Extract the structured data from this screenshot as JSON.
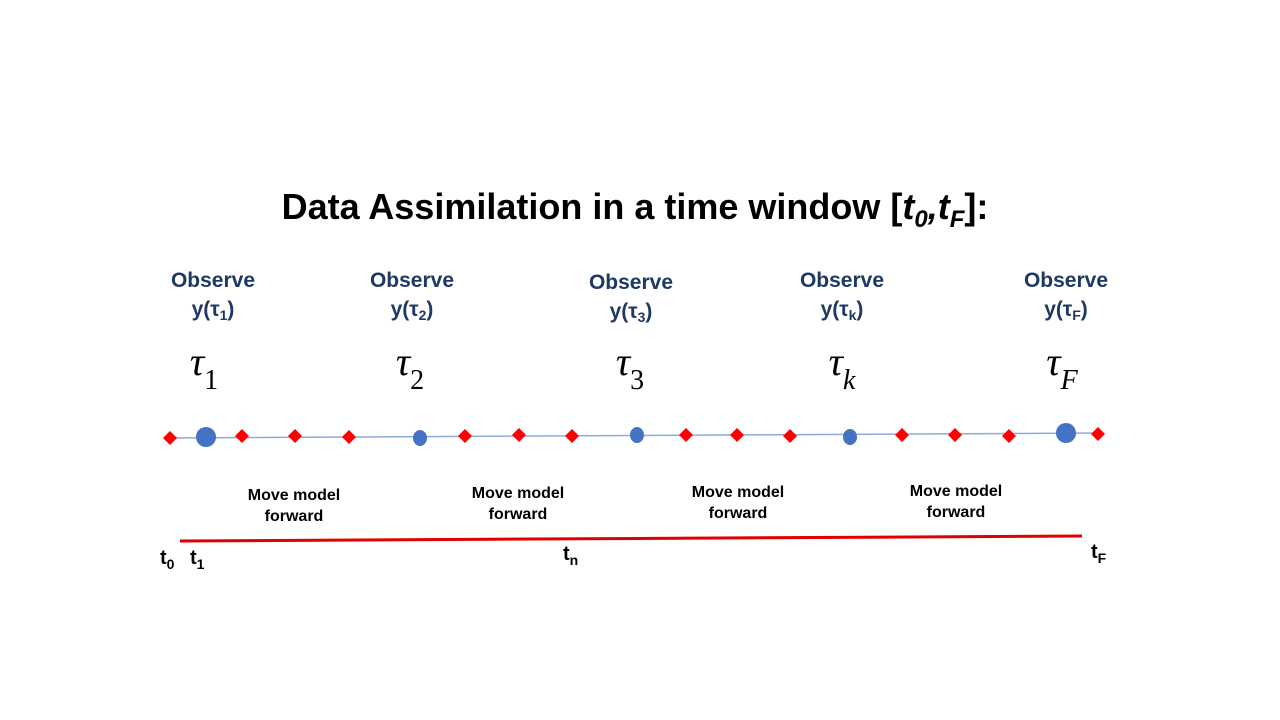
{
  "title": {
    "prefix": "Data Assimilation in a time window [",
    "t": "t",
    "sub0": "0",
    "comma": ",",
    "subF": "F",
    "suffix": "]:"
  },
  "observations": [
    {
      "label": "Observe",
      "value": "y(τ",
      "sub": "1",
      "close": ")",
      "tau": "τ",
      "tau_sub": "1"
    },
    {
      "label": "Observe",
      "value": "y(τ",
      "sub": "2",
      "close": ")",
      "tau": "τ",
      "tau_sub": "2"
    },
    {
      "label": "Observe",
      "value": "y(τ",
      "sub": "3",
      "close": ")",
      "tau": "τ",
      "tau_sub": "3"
    },
    {
      "label": "Observe",
      "value": "y(τ",
      "sub": "k",
      "close": ")",
      "tau": "τ",
      "tau_sub": "k"
    },
    {
      "label": "Observe",
      "value": "y(τ",
      "sub": "F",
      "close": ")",
      "tau": "τ",
      "tau_sub": "F"
    }
  ],
  "move_labels": [
    {
      "line1": "Move model",
      "line2": "forward"
    },
    {
      "line1": "Move model",
      "line2": "forward"
    },
    {
      "line1": "Move model",
      "line2": "forward"
    },
    {
      "line1": "Move model",
      "line2": "forward"
    }
  ],
  "time_labels": [
    {
      "base": "t",
      "sub": "0"
    },
    {
      "base": "t",
      "sub": "1"
    },
    {
      "base": "t",
      "sub": "n"
    },
    {
      "base": "t",
      "sub": "F"
    }
  ],
  "colors": {
    "observe_text": "#1f3864",
    "model_step_marker": "#ff0000",
    "observation_marker": "#4472c4",
    "trajectory_line": "#8faadc",
    "window_line": "#e00000"
  }
}
